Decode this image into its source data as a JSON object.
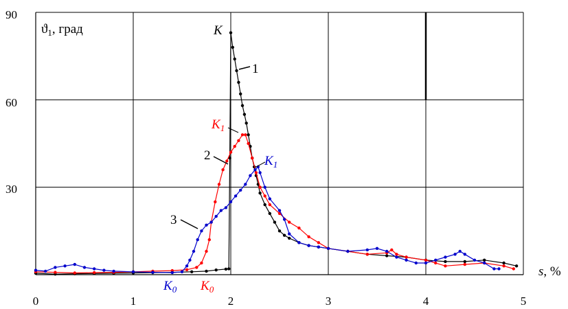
{
  "chart_data": {
    "type": "line",
    "ylabel_symbol": "ϑ",
    "ylabel_sub": "1",
    "ylabel_rest": ", град",
    "xlabel_var": "s",
    "xlabel_rest": ", %",
    "xlim": [
      0,
      5
    ],
    "ylim": [
      0,
      90
    ],
    "x_ticks": [
      "0",
      "1",
      "2",
      "3",
      "4",
      "5"
    ],
    "y_ticks": [
      "30",
      "60",
      "90"
    ],
    "grid": true,
    "series": [
      {
        "label": "1",
        "color": "#000000",
        "points": [
          [
            0,
            0.5
          ],
          [
            0.2,
            0.2
          ],
          [
            0.4,
            0.3
          ],
          [
            0.6,
            0.4
          ],
          [
            0.8,
            0.5
          ],
          [
            1.0,
            0.6
          ],
          [
            1.2,
            0.7
          ],
          [
            1.4,
            0.8
          ],
          [
            1.6,
            1.0
          ],
          [
            1.75,
            1.2
          ],
          [
            1.85,
            1.6
          ],
          [
            1.95,
            1.9
          ],
          [
            1.98,
            2.0
          ],
          [
            1.99,
            40
          ],
          [
            2.0,
            83
          ],
          [
            2.02,
            78
          ],
          [
            2.04,
            74
          ],
          [
            2.06,
            70
          ],
          [
            2.08,
            66
          ],
          [
            2.1,
            62
          ],
          [
            2.12,
            58
          ],
          [
            2.14,
            55
          ],
          [
            2.16,
            52
          ],
          [
            2.18,
            48
          ],
          [
            2.2,
            44
          ],
          [
            2.22,
            40
          ],
          [
            2.24,
            37
          ],
          [
            2.26,
            34
          ],
          [
            2.28,
            31
          ],
          [
            2.3,
            28
          ],
          [
            2.35,
            24
          ],
          [
            2.4,
            21
          ],
          [
            2.45,
            18
          ],
          [
            2.5,
            15
          ],
          [
            2.55,
            13.5
          ],
          [
            2.6,
            12.5
          ],
          [
            2.7,
            11
          ],
          [
            2.8,
            10
          ],
          [
            2.9,
            9.5
          ],
          [
            3.0,
            9
          ],
          [
            3.2,
            8
          ],
          [
            3.4,
            7
          ],
          [
            3.6,
            6.5
          ],
          [
            3.8,
            6
          ],
          [
            4.0,
            5
          ],
          [
            4.2,
            4.5
          ],
          [
            4.4,
            4.5
          ],
          [
            4.6,
            5
          ],
          [
            4.8,
            4
          ],
          [
            4.93,
            3
          ]
        ]
      },
      {
        "label": "2",
        "color": "#ff0000",
        "points": [
          [
            0,
            1
          ],
          [
            0.2,
            0.8
          ],
          [
            0.4,
            0.6
          ],
          [
            0.6,
            0.7
          ],
          [
            0.8,
            0.8
          ],
          [
            1.0,
            1.0
          ],
          [
            1.2,
            1.2
          ],
          [
            1.4,
            1.4
          ],
          [
            1.55,
            1.7
          ],
          [
            1.65,
            2.5
          ],
          [
            1.7,
            4
          ],
          [
            1.75,
            8
          ],
          [
            1.78,
            12
          ],
          [
            1.8,
            18
          ],
          [
            1.84,
            25
          ],
          [
            1.88,
            31
          ],
          [
            1.92,
            36
          ],
          [
            1.96,
            39
          ],
          [
            2.0,
            42
          ],
          [
            2.04,
            44
          ],
          [
            2.08,
            46
          ],
          [
            2.12,
            48
          ],
          [
            2.15,
            48
          ],
          [
            2.18,
            45
          ],
          [
            2.22,
            40
          ],
          [
            2.26,
            35
          ],
          [
            2.3,
            30
          ],
          [
            2.35,
            27
          ],
          [
            2.4,
            24
          ],
          [
            2.5,
            21
          ],
          [
            2.6,
            18
          ],
          [
            2.7,
            16
          ],
          [
            2.8,
            13
          ],
          [
            2.9,
            11
          ],
          [
            3.0,
            9
          ],
          [
            3.2,
            8
          ],
          [
            3.4,
            7
          ],
          [
            3.6,
            7.5
          ],
          [
            3.65,
            8.5
          ],
          [
            3.7,
            7
          ],
          [
            3.8,
            6
          ],
          [
            4.0,
            5
          ],
          [
            4.1,
            4
          ],
          [
            4.2,
            3
          ],
          [
            4.4,
            3.5
          ],
          [
            4.6,
            4
          ],
          [
            4.8,
            3
          ],
          [
            4.9,
            2
          ]
        ]
      },
      {
        "label": "3",
        "color": "#0000cc",
        "points": [
          [
            0,
            1.5
          ],
          [
            0.1,
            1.2
          ],
          [
            0.2,
            2.5
          ],
          [
            0.3,
            3
          ],
          [
            0.4,
            3.5
          ],
          [
            0.5,
            2.5
          ],
          [
            0.6,
            2
          ],
          [
            0.7,
            1.5
          ],
          [
            0.8,
            1.2
          ],
          [
            1.0,
            1
          ],
          [
            1.2,
            0.8
          ],
          [
            1.4,
            0.7
          ],
          [
            1.5,
            1
          ],
          [
            1.55,
            3
          ],
          [
            1.58,
            5
          ],
          [
            1.62,
            8
          ],
          [
            1.66,
            12
          ],
          [
            1.7,
            15
          ],
          [
            1.75,
            17
          ],
          [
            1.8,
            18
          ],
          [
            1.85,
            20
          ],
          [
            1.9,
            22
          ],
          [
            1.95,
            23
          ],
          [
            2.0,
            25
          ],
          [
            2.05,
            27
          ],
          [
            2.1,
            29
          ],
          [
            2.15,
            31
          ],
          [
            2.2,
            34
          ],
          [
            2.25,
            36
          ],
          [
            2.28,
            37
          ],
          [
            2.3,
            35
          ],
          [
            2.35,
            30
          ],
          [
            2.4,
            26
          ],
          [
            2.5,
            22
          ],
          [
            2.55,
            19
          ],
          [
            2.6,
            14
          ],
          [
            2.7,
            11
          ],
          [
            2.8,
            10
          ],
          [
            2.9,
            9.5
          ],
          [
            3.0,
            9
          ],
          [
            3.2,
            8
          ],
          [
            3.4,
            8.5
          ],
          [
            3.5,
            9
          ],
          [
            3.6,
            8
          ],
          [
            3.7,
            6
          ],
          [
            3.8,
            5
          ],
          [
            3.9,
            4
          ],
          [
            4.0,
            4
          ],
          [
            4.1,
            5
          ],
          [
            4.2,
            6
          ],
          [
            4.3,
            7
          ],
          [
            4.35,
            8
          ],
          [
            4.4,
            7
          ],
          [
            4.5,
            5
          ],
          [
            4.6,
            4
          ],
          [
            4.7,
            2
          ],
          [
            4.75,
            2
          ]
        ]
      }
    ],
    "annotations": [
      {
        "text": "K",
        "sub": "",
        "color": "#000000"
      },
      {
        "text": "1",
        "sub": "",
        "color": "#000000"
      },
      {
        "text": "K",
        "sub": "1",
        "color": "#ff0000"
      },
      {
        "text": "2",
        "sub": "",
        "color": "#000000"
      },
      {
        "text": "K",
        "sub": "1",
        "color": "#0000cc"
      },
      {
        "text": "3",
        "sub": "",
        "color": "#000000"
      },
      {
        "text": "K",
        "sub": "0",
        "color": "#0000cc"
      },
      {
        "text": "K",
        "sub": "0",
        "color": "#ff0000"
      }
    ]
  }
}
